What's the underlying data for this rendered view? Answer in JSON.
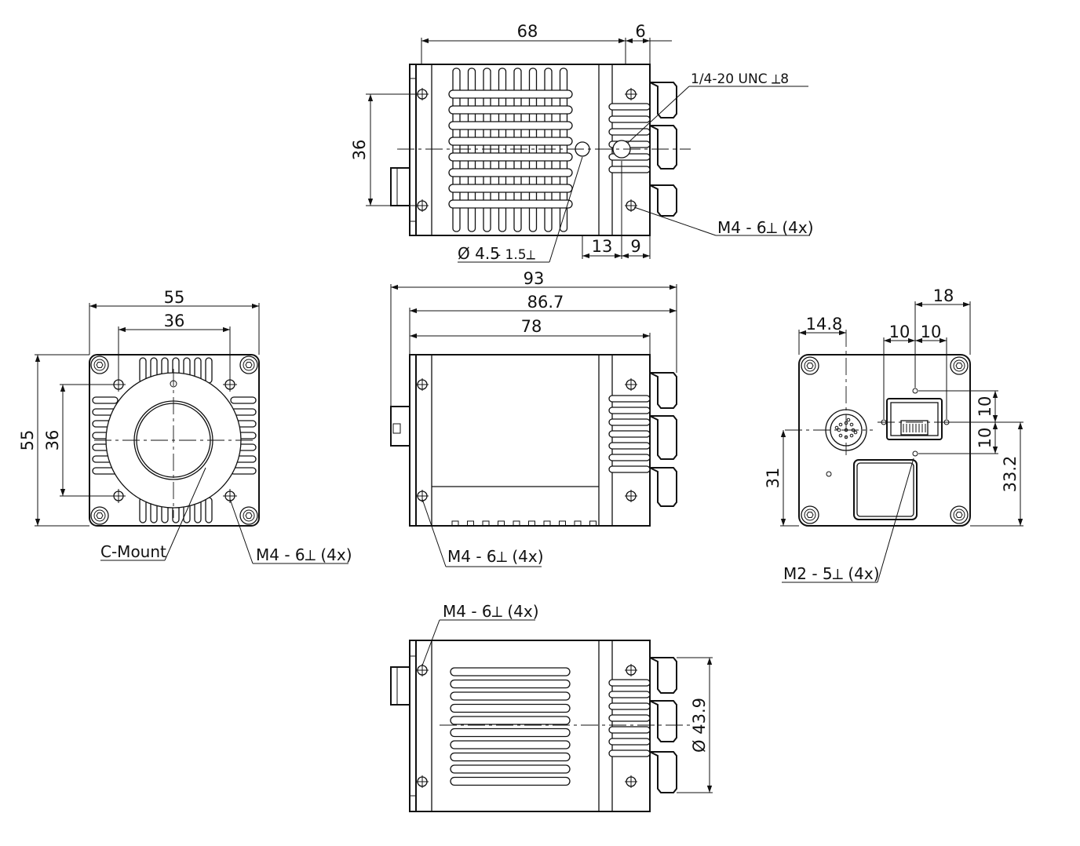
{
  "top_view": {
    "dim_length": "68",
    "dim_flange": "6",
    "dim_height": "36",
    "dim_a": "13",
    "dim_b": "9",
    "note_thread": "1/4-20 UNC ⟂8",
    "note_hole": "Ø 4.5",
    "note_hole_depth": "- 1.5⟂",
    "note_m4": "M4 - 6⟂ (4x)"
  },
  "side_view": {
    "dim_93": "93",
    "dim_86_7": "86.7",
    "dim_78": "78",
    "note_m4": "M4 - 6⟂ (4x)"
  },
  "front_view": {
    "dim_width": "55",
    "dim_inner_width": "36",
    "dim_height": "55",
    "dim_inner_height": "36",
    "label_mount": "C-Mount",
    "note_m4": "M4 - 6⟂ (4x)"
  },
  "rear_view": {
    "dim_14_8": "14.8",
    "dim_10a": "10",
    "dim_10b": "10",
    "dim_18": "18",
    "dim_v10a": "10",
    "dim_v10b": "10",
    "dim_31": "31",
    "dim_33_2": "33.2",
    "note_m2": "M2 - 5⟂ (4x)"
  },
  "bottom_view": {
    "note_m4": "M4 - 6⟂ (4x)",
    "dim_diameter": "Ø 43.9"
  }
}
